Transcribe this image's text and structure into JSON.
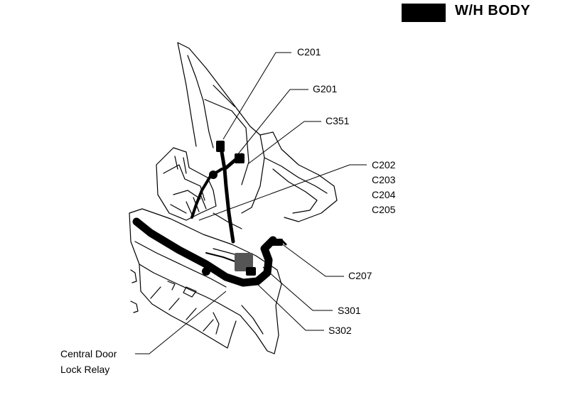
{
  "header": {
    "title": "W/H BODY",
    "block_color": "#000000"
  },
  "labels": {
    "c201": "C201",
    "g201": "G201",
    "c351": "C351",
    "c202_group": [
      "C202",
      "C203",
      "C204",
      "C205"
    ],
    "c207": "C207",
    "s301": "S301",
    "s302": "S302",
    "relay": [
      "Central Door",
      "Lock Relay"
    ]
  }
}
